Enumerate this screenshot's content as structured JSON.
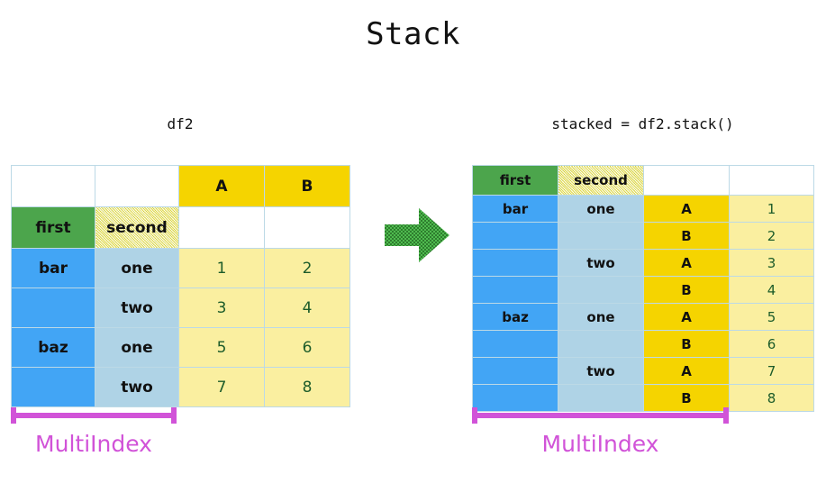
{
  "title": "Stack",
  "left": {
    "caption": "df2",
    "index_names": {
      "first": "first",
      "second": "second"
    },
    "columns": [
      "A",
      "B"
    ],
    "rows": [
      {
        "first": "bar",
        "second": "one",
        "A": "1",
        "B": "2"
      },
      {
        "first": "",
        "second": "two",
        "A": "3",
        "B": "4"
      },
      {
        "first": "baz",
        "second": "one",
        "A": "5",
        "B": "6"
      },
      {
        "first": "",
        "second": "two",
        "A": "7",
        "B": "8"
      }
    ],
    "multiindex_label": "MultiIndex"
  },
  "right": {
    "caption": "stacked = df2.stack()",
    "index_names": {
      "first": "first",
      "second": "second"
    },
    "rows": [
      {
        "first": "bar",
        "second": "one",
        "level3": "A",
        "value": "1"
      },
      {
        "first": "",
        "second": "",
        "level3": "B",
        "value": "2"
      },
      {
        "first": "",
        "second": "two",
        "level3": "A",
        "value": "3"
      },
      {
        "first": "",
        "second": "",
        "level3": "B",
        "value": "4"
      },
      {
        "first": "baz",
        "second": "one",
        "level3": "A",
        "value": "5"
      },
      {
        "first": "",
        "second": "",
        "level3": "B",
        "value": "6"
      },
      {
        "first": "",
        "second": "two",
        "level3": "A",
        "value": "7"
      },
      {
        "first": "",
        "second": "",
        "level3": "B",
        "value": "8"
      }
    ],
    "multiindex_label": "MultiIndex"
  },
  "arrow": {
    "name": "right-arrow",
    "color": "#3E9B3E"
  },
  "colors": {
    "header_yellow": "#F5D400",
    "index_green": "#4CA54C",
    "index_blue": "#42A5F5",
    "index_lightblue": "#AFD3E6",
    "value_pale_yellow": "#FAEFA0",
    "multiindex_magenta": "#D153D8",
    "grid_line": "#BCD9E6"
  }
}
